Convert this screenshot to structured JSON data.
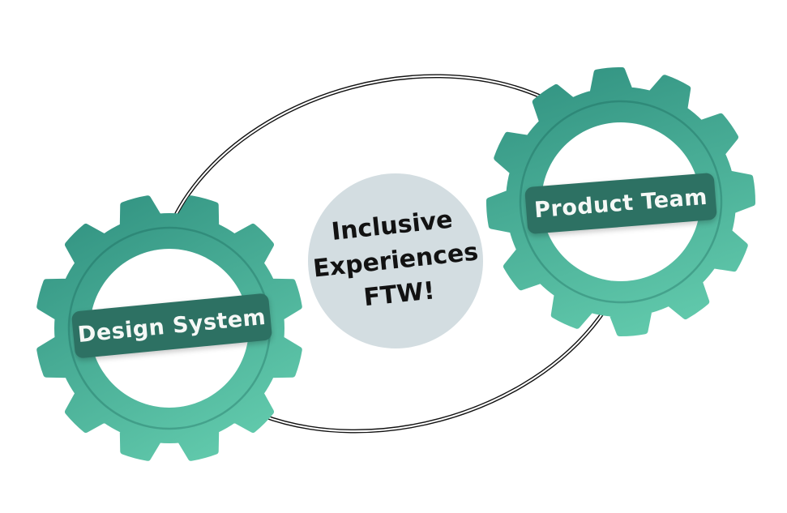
{
  "title": "Design System and Product Team collaboration diagram",
  "diagram": {
    "left_gear": {
      "label": "Design System"
    },
    "right_gear": {
      "label": "Product Team"
    },
    "center_circle": {
      "line1": "Inclusive",
      "line2": "Experiences",
      "line3": "FTW!"
    }
  },
  "icons": {
    "left_gear_icon": "gear-icon",
    "right_gear_icon": "gear-icon",
    "connector": "ellipse-loop-connector"
  },
  "colors": {
    "background": "#ffffff",
    "gear_gradient_start": "#2E8E7E",
    "gear_gradient_end": "#66CFB0",
    "gear_inner_ring_line": "rgba(18,90,78,0.30)",
    "label_background": "#2D7163",
    "label_text": "#F5F8F6",
    "center_circle_fill": "#D3DDE1",
    "center_circle_text": "#121212",
    "connector_stroke": "#111111"
  }
}
